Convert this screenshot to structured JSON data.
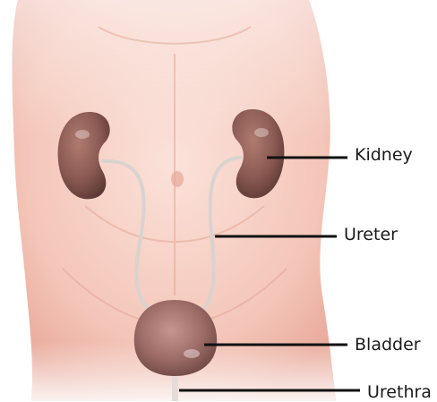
{
  "labels": {
    "kidney": "Kidney",
    "ureter": "Ureter",
    "bladder": "Bladder",
    "urethra": "Urethra"
  },
  "colors": {
    "skin": "#f6cfc4",
    "skin_shadow": "#eab1a3",
    "kidney": "#8a5a52",
    "bladder": "#9c6b66",
    "ureter": "#d9d3cf",
    "leader": "#111111"
  }
}
